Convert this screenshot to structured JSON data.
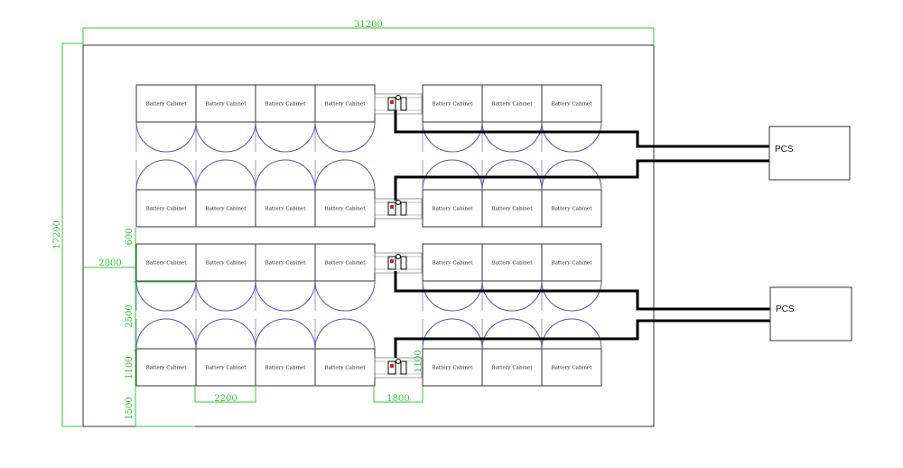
{
  "cabinet_label": "Battery Cabinet",
  "pcs_label": "PCS",
  "dimensions": {
    "total_width": "31200",
    "total_height": "17200",
    "left_clearance": "2000",
    "aisle_gap": "600",
    "maintenance_aisle": "2500",
    "cabinet_depth": "1100",
    "bottom_clearance": "1500",
    "cabinet_width": "2200",
    "combiner_gap": "1800",
    "combiner_depth": "1100"
  },
  "layout": {
    "rows": 4,
    "left_group_cabinets": 4,
    "right_group_cabinets": 3,
    "pcs_units": 2
  },
  "colors": {
    "outline": "#333333",
    "door_swing": "#5555bb",
    "dimension": "#33cc33",
    "cable": "#000000",
    "combiner": "#cc2222"
  }
}
